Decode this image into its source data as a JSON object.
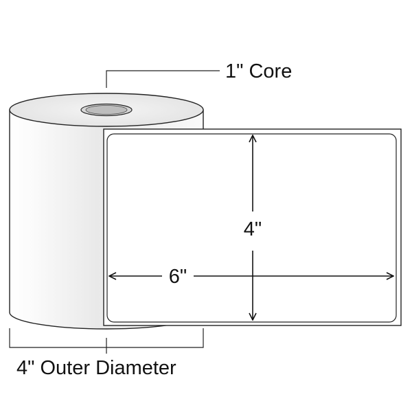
{
  "labels": {
    "core": "1\" Core",
    "outer_diameter": "4\" Outer Diameter",
    "label_height": "4\"",
    "label_width": "6\""
  }
}
